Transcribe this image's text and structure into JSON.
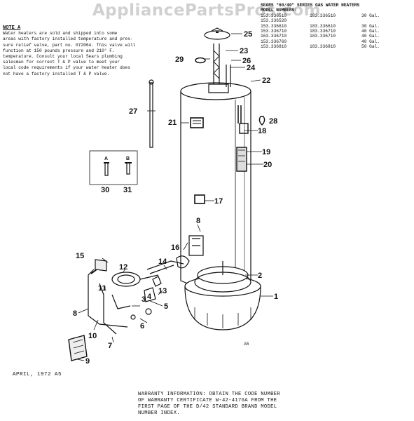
{
  "watermark": "AppliancePartsPros.com",
  "note": {
    "title": "NOTE A",
    "lines": [
      "Water heaters are sold and shipped into some",
      "areas with factory installed temperature and pres-",
      "sure relief valve, part no. 072064. This valve will",
      "function at 150 pounds pressure and 210° F.",
      "temperature. Consult your local Sears plumbing",
      "salesman for correct T & P valve to meet your",
      "local code requirements if your water heater does",
      "not have a factory installed T & P valve."
    ]
  },
  "models": {
    "title_line1": "SEARS \"60/40\" SERIES GAS WATER HEATERS",
    "title_line2": "MODEL NUMBERS:",
    "rows": [
      [
        "153.336510",
        "183.336510",
        "30 Gal."
      ],
      [
        "153.336520",
        "",
        ""
      ],
      [
        "153.336610",
        "183.336610",
        "30 Gal."
      ],
      [
        "153.336710",
        "183.336710",
        "40 Gal."
      ],
      [
        "163.336710",
        "183.336710",
        "40 Gal."
      ],
      [
        "153.336760",
        "",
        "40 Gal."
      ],
      [
        "153.336810",
        "183.336810",
        "50 Gal."
      ]
    ]
  },
  "callouts": [
    "1",
    "2",
    "3",
    "4",
    "5",
    "6",
    "7",
    "8",
    "9",
    "10",
    "11",
    "12",
    "13",
    "14",
    "15",
    "16",
    "17",
    "18",
    "19",
    "20",
    "21",
    "22",
    "23",
    "24",
    "25",
    "26",
    "27",
    "28",
    "29",
    "30",
    "31"
  ],
  "inset_letters": [
    "A",
    "B"
  ],
  "figure_code": "A5",
  "date": "APRIL, 1972 A5",
  "warranty": [
    "WARRANTY INFORMATION:  OBTAIN THE CODE NUMBER",
    "OF WARRANTY CERTIFICATE W-42-4176A  FROM THE",
    "FIRST PAGE OF THE D/42 STANDARD BRAND MODEL",
    "NUMBER INDEX."
  ]
}
